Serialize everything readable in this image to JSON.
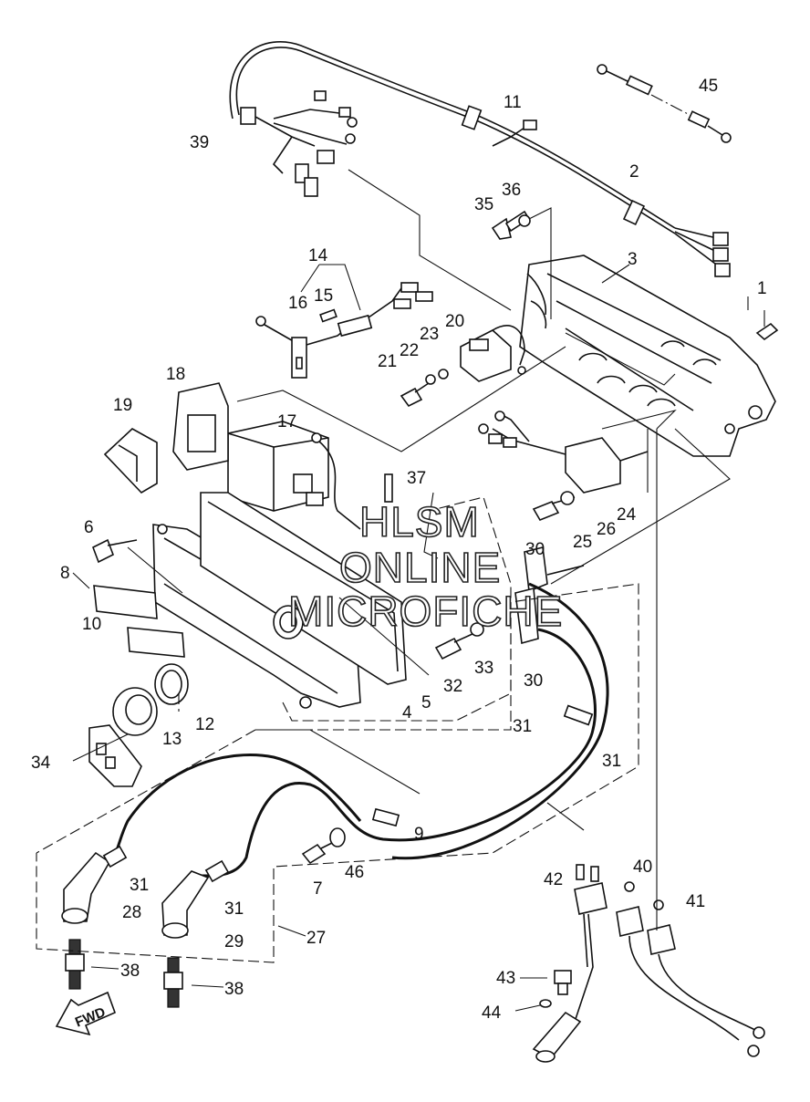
{
  "watermark": {
    "line1": "HLSM",
    "line2": "ONLINE",
    "line3": "MICROFICHE"
  },
  "direction_label": "FWD",
  "callouts": {
    "c1": "1",
    "c2": "2",
    "c3": "3",
    "c4": "4",
    "c5": "5",
    "c6": "6",
    "c7": "7",
    "c8": "8",
    "c9": "9",
    "c10": "10",
    "c11": "11",
    "c12": "12",
    "c13": "13",
    "c14": "14",
    "c15": "15",
    "c16": "16",
    "c17": "17",
    "c18": "18",
    "c19": "19",
    "c20": "20",
    "c21": "21",
    "c22": "22",
    "c23": "23",
    "c24": "24",
    "c25": "25",
    "c26": "26",
    "c27": "27",
    "c28": "28",
    "c29": "29",
    "c30": "30",
    "c31": "31",
    "c32": "32",
    "c33": "33",
    "c34": "34",
    "c35": "35",
    "c36": "36",
    "c37": "37",
    "c38": "38",
    "c39": "39",
    "c40": "40",
    "c41": "41",
    "c42": "42",
    "c43": "43",
    "c44": "44",
    "c45": "45",
    "c46": "46"
  }
}
